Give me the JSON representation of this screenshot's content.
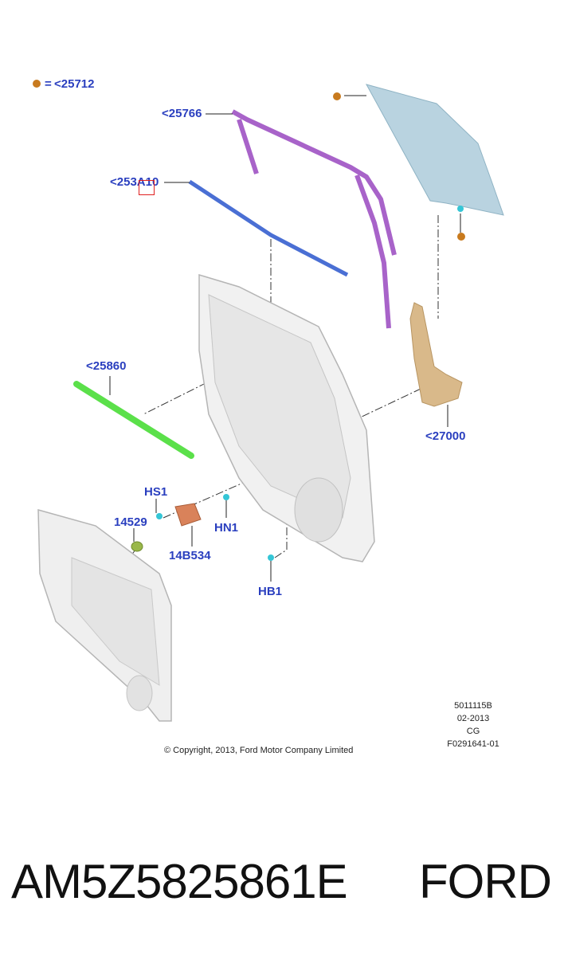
{
  "legend": {
    "symbol_text": "=",
    "ref": "<25712",
    "dot_color": "#c87a1e"
  },
  "callouts": {
    "c25766": "<25766",
    "c253a10": "<253A10",
    "c25860": "<25860",
    "c27000": "<27000",
    "hs1": "HS1",
    "c14529": "14529",
    "hn1": "HN1",
    "c14b534": "14B534",
    "hb1": "HB1"
  },
  "meta": {
    "line1": "5011115B",
    "line2": "02-2013",
    "line3": "CG",
    "line4": "F0291641-01"
  },
  "copyright": "© Copyright, 2013, Ford Motor Company Limited",
  "bottom": {
    "part_number": "AM5Z5825861E",
    "brand": "FORD"
  },
  "colors": {
    "label_blue": "#2a3fbf",
    "glass": "#b9d3e0",
    "weatherstrip_purple": "#a863c9",
    "belt_molding_blue": "#4a6fd4",
    "seal_green": "#5be04a",
    "regulator_tan": "#d9b98a",
    "clip_cyan": "#35c6d6",
    "module_orange": "#d9825a",
    "highlight_red": "#e02020"
  }
}
